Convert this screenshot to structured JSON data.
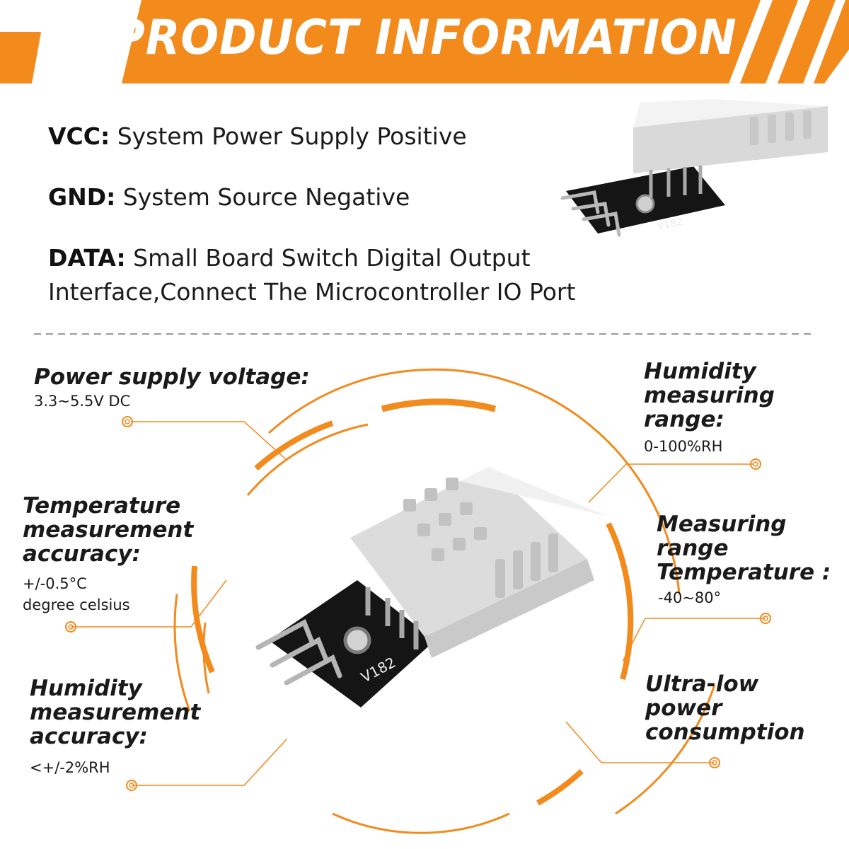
{
  "header": {
    "title": "PRODUCT INFORMATION"
  },
  "pins": [
    {
      "label": "VCC:",
      "text": "System Power Supply Positive"
    },
    {
      "label": "GND:",
      "text": "System Source Negative"
    },
    {
      "label": "DATA:",
      "text": "Small Board Switch Digital Output",
      "text2": "Interface,Connect The Microcontroller IO Port"
    }
  ],
  "specs": {
    "power_supply": {
      "title": "Power supply voltage:",
      "value": "3.3~5.5V DC"
    },
    "humidity_range": {
      "title_lines": [
        "Humidity",
        "measuring",
        "range:"
      ],
      "value": "0-100%RH"
    },
    "temp_accuracy": {
      "title_lines": [
        "Temperature",
        "measurement",
        "accuracy:"
      ],
      "value_lines": [
        "+/-0.5°C",
        "degree celsius"
      ]
    },
    "temp_range": {
      "title_lines": [
        "Measuring",
        "range",
        "Temperature :"
      ],
      "value": "-40~80°"
    },
    "humidity_accuracy": {
      "title_lines": [
        "Humidity",
        "measurement",
        "accuracy:"
      ],
      "value": "<+/-2%RH"
    },
    "power_consumption": {
      "title_lines": [
        "Ultra-low",
        "power",
        "consumption"
      ]
    }
  },
  "board": {
    "marking": "V182"
  },
  "colors": {
    "accent": "#F28A1C",
    "text": "#1a1a1a",
    "sensor": "#ECECEC",
    "pcb": "#151515"
  }
}
